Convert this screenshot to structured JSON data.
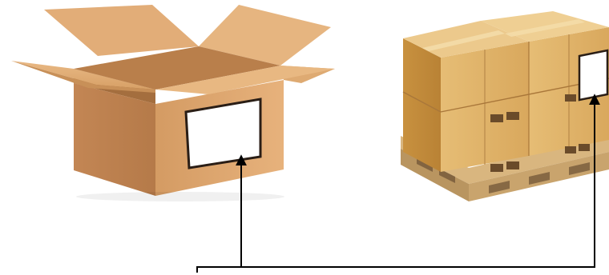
{
  "figure": {
    "objects": [
      {
        "name": "open-carton-box",
        "label_present": true,
        "label_color": "#ffffff"
      },
      {
        "name": "pallet-of-boxes",
        "label_present": true,
        "label_color": "#ffffff"
      }
    ],
    "connector": {
      "style": "elbow-arrows",
      "color": "#000000",
      "arrowheads": 2
    },
    "colors": {
      "cardboard_light": "#e6b274",
      "cardboard_mid": "#d7a062",
      "cardboard_dark": "#b9834c",
      "box_inner": "#c8905a",
      "pallet_wood": "#d9b67f",
      "tape": "#e9c77f",
      "label_border": "#2a1e16"
    }
  }
}
